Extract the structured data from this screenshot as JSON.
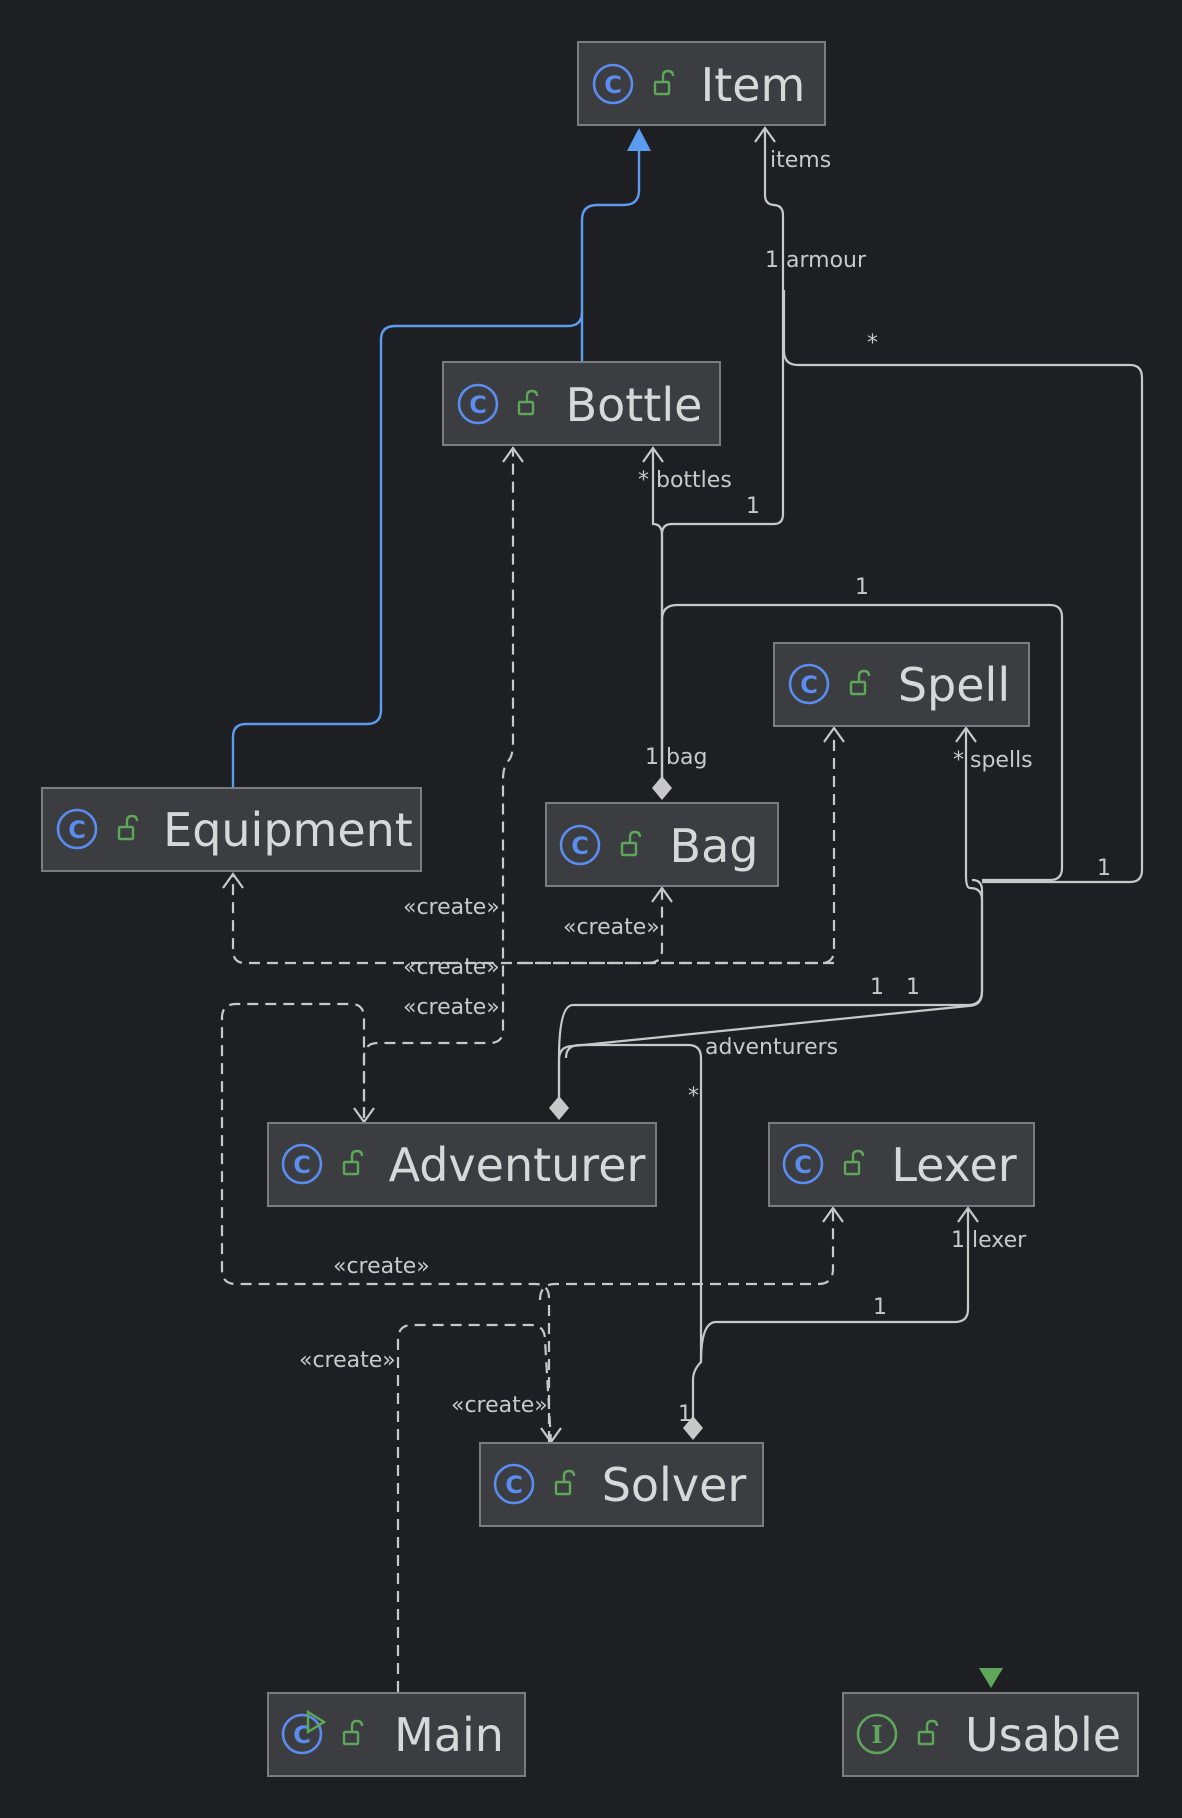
{
  "diagram": {
    "nodes": [
      {
        "key": "item",
        "name": "Item",
        "kind": "class"
      },
      {
        "key": "bottle",
        "name": "Bottle",
        "kind": "class"
      },
      {
        "key": "spell",
        "name": "Spell",
        "kind": "class"
      },
      {
        "key": "equipment",
        "name": "Equipment",
        "kind": "class"
      },
      {
        "key": "bag",
        "name": "Bag",
        "kind": "class"
      },
      {
        "key": "adventurer",
        "name": "Adventurer",
        "kind": "class"
      },
      {
        "key": "lexer",
        "name": "Lexer",
        "kind": "class"
      },
      {
        "key": "solver",
        "name": "Solver",
        "kind": "class"
      },
      {
        "key": "main",
        "name": "Main",
        "kind": "main-class"
      },
      {
        "key": "usable",
        "name": "Usable",
        "kind": "interface"
      }
    ],
    "labels": {
      "items": "items",
      "armour": "armour",
      "bottles": "bottles",
      "bag": "bag",
      "spells": "spells",
      "adventurers": "adventurers",
      "lexer": "lexer",
      "create": "«create»",
      "one": "1",
      "many": "*"
    },
    "colors": {
      "background": "#1e1f22",
      "node_fill": "#3c3d40",
      "class_icon": "#5b8cf0",
      "interface_icon": "#5ea65a",
      "generalization": "#5b9bf0",
      "lines": "#c8c8c8"
    }
  }
}
